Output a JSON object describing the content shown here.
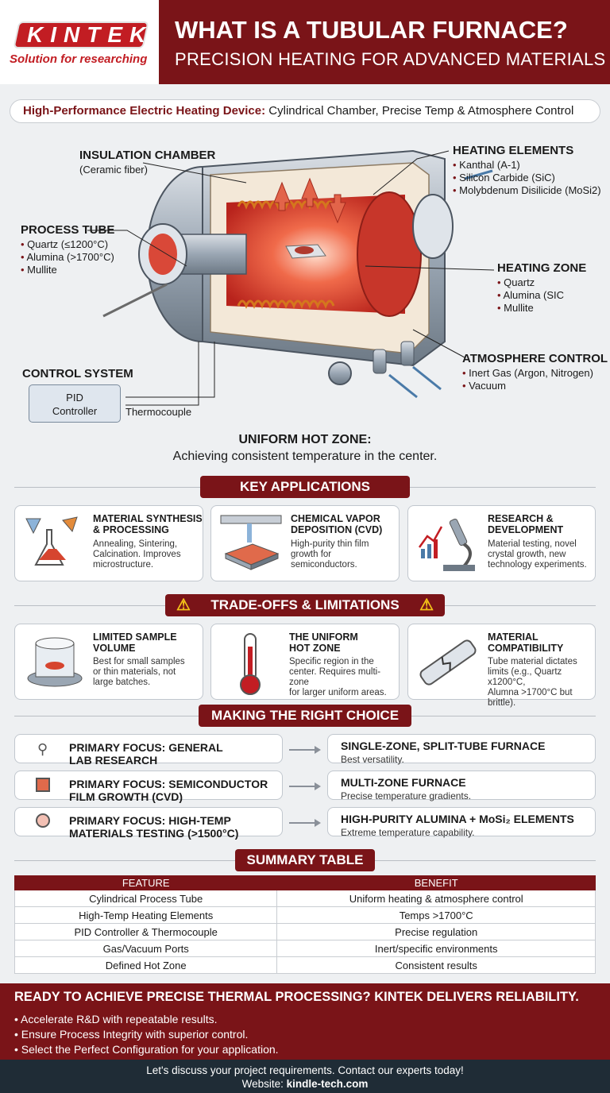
{
  "header": {
    "logo": "KINTEK",
    "logo_tagline": "Solution for researching",
    "title": "WHAT IS A TUBULAR FURNACE?",
    "subtitle": "PRECISION HEATING FOR ADVANCED MATERIALS"
  },
  "tagline": {
    "bold": "High-Performance Electric Heating Device:",
    "rest": " Cylindrical Chamber, Precise Temp & Atmosphere Control"
  },
  "diagram": {
    "insulation": {
      "title": "INSULATION CHAMBER",
      "sub": "(Ceramic fiber)"
    },
    "heating_elements": {
      "title": "HEATING ELEMENTS",
      "items": [
        "Kanthal (A-1)",
        "Silicon Carbide (SiC)",
        "Molybdenum Disilicide (MoSi2)"
      ]
    },
    "process_tube": {
      "title": "PROCESS TUBE",
      "items": [
        "Quartz (≤1200°C)",
        "Alumina (>1700°C)",
        "Mullite"
      ]
    },
    "heating_zone": {
      "title": "HEATING ZONE",
      "items": [
        "Quartz",
        "Alumina (SIC",
        "Mullite"
      ]
    },
    "atmosphere": {
      "title": "ATMOSPHERE CONTROL",
      "items": [
        "Inert Gas (Argon, Nitrogen)",
        "Vacuum"
      ]
    },
    "control": {
      "title": "CONTROL SYSTEM",
      "pid": "PID\nController",
      "thermocouple": "Thermocouple"
    },
    "hotzone_title": "UNIFORM HOT ZONE:",
    "hotzone_desc": "Achieving consistent temperature in the center."
  },
  "applications": {
    "title": "KEY APPLICATIONS",
    "cards": [
      {
        "title": "MATERIAL SYNTHESIS\n& PROCESSING",
        "desc": "Annealing, Sintering,\nCalcination. Improves\nmicrostructure.",
        "icon": "lab-flasks-icon"
      },
      {
        "title": "CHEMICAL VAPOR\nDEPOSITION (CVD)",
        "desc": "High-purity thin film\ngrowth for\nsemiconductors.",
        "icon": "cvd-wafer-icon"
      },
      {
        "title": "RESEARCH &\nDEVELOPMENT",
        "desc": "Material testing, novel\ncrystal growth, new\ntechnology experiments.",
        "icon": "microscope-icon"
      }
    ]
  },
  "tradeoffs": {
    "title": "TRADE-OFFS & LIMITATIONS",
    "cards": [
      {
        "title": "LIMITED SAMPLE\nVOLUME",
        "desc": "Best for small samples\nor thin materials, not\nlarge batches.",
        "icon": "sample-dish-icon"
      },
      {
        "title": "THE UNIFORM\nHOT ZONE",
        "desc": "Specific region in the\ncenter. Requires multi-zone\nfor larger uniform areas.",
        "icon": "thermometer-icon"
      },
      {
        "title": "MATERIAL\nCOMPATIBILITY",
        "desc": "Tube material dictates\nlimits (e.g., Quartz x1200°C,\nAlumna >1700°C but\nbrittle).",
        "icon": "cracked-tube-icon"
      }
    ]
  },
  "choice": {
    "title": "MAKING THE RIGHT CHOICE",
    "rows": [
      {
        "focus": "PRIMARY FOCUS: GENERAL\nLAB RESEARCH",
        "result": "SINGLE-ZONE, SPLIT-TUBE FURNACE",
        "desc": "Best versatility.",
        "icon": "microscope-icon"
      },
      {
        "focus": "PRIMARY FOCUS: SEMICONDUCTOR\nFILM GROWTH (CVD)",
        "result": "MULTI-ZONE FURNACE",
        "desc": "Precise temperature gradients.",
        "icon": "chip-icon"
      },
      {
        "focus": "PRIMARY FOCUS: HIGH-TEMP\nMATERIALS TESTING (>1500°C)",
        "result": "HIGH-PURITY ALUMINA + MoSi₂ ELEMENTS",
        "desc": "Extreme temperature capability.",
        "icon": "magnifier-icon"
      }
    ]
  },
  "summary": {
    "title": "SUMMARY TABLE",
    "headers": [
      "FEATURE",
      "BENEFIT"
    ],
    "rows": [
      [
        "Cylindrical Process Tube",
        "Uniform heating & atmosphere control"
      ],
      [
        "High-Temp Heating Elements",
        "Temps >1700°C"
      ],
      [
        "PID Controller & Thermocouple",
        "Precise regulation"
      ],
      [
        "Gas/Vacuum Ports",
        "Inert/specific environments"
      ],
      [
        "Defined Hot Zone",
        "Consistent results"
      ]
    ]
  },
  "cta": {
    "headline": "READY TO ACHIEVE PRECISE THERMAL PROCESSING? KINTEK DELIVERS RELIABILITY.",
    "bullets": [
      "Accelerate R&D with repeatable results.",
      "Ensure Process Integrity with superior control.",
      "Select the Perfect Configuration for your application."
    ]
  },
  "footer": {
    "line1": "Let's discuss your project requirements. Contact our experts today!",
    "website_label": "Website: ",
    "website": "kindle-tech.com"
  },
  "colors": {
    "brand": "#7a1418",
    "accent": "#c21d23",
    "footer": "#1f2c36"
  }
}
